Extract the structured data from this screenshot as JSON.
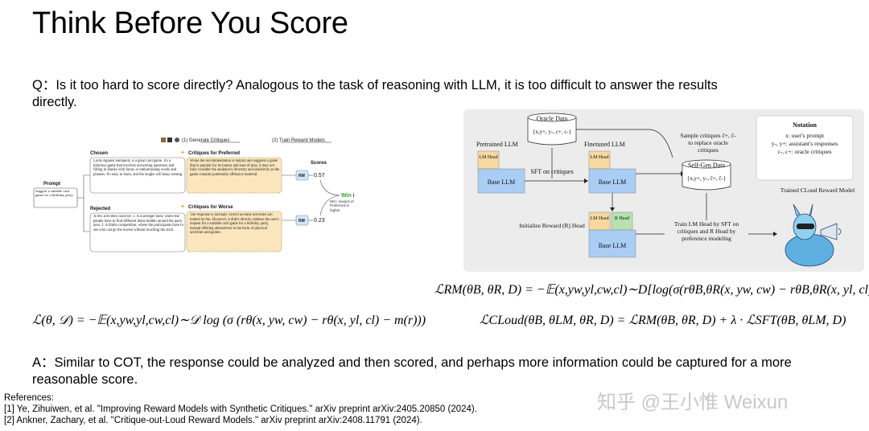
{
  "title": "Think Before You Score",
  "question": "Q：Is it too hard to score directly? Analogous to the task of reasoning with LLM, it is too difficult to answer the results directly.",
  "answer": "A：Similar to COT, the response could be analyzed and then scored, and perhaps more information could be captured for a more reasonable score.",
  "references": {
    "heading": "References:",
    "items": [
      "[1] Ye, Zihuiwen, et al. \"Improving Reward Models with Synthetic Critiques.\" arXiv preprint arXiv:2405.20850 (2024).",
      "[2] Ankner, Zachary, et al. \"Critique-out-Loud Reward Models.\" arXiv preprint arXiv:2408.11791 (2024)."
    ]
  },
  "watermark": "知乎 @王小惟 Weixun",
  "figure1": {
    "step1": "(1) Generate Critiques",
    "step2": "(2) Train Reward Models",
    "chosen_label": "Chosen",
    "rejected_label": "Rejected",
    "prompt_label": "Prompt",
    "prompt_text": "Suggest a suitable card game for a birthday party.",
    "critique_pref_label": "Critiques for Preferred",
    "critique_worse_label": "Critiques for Worse",
    "chosen_text": "Cards Against Humanity is a great card game. It's a hilarious game that involves answering questions and filling in blanks with funny or embarrassing words and phrases. It's easy to learn, and the laughs will keep coming.",
    "pref_critique_text": "While the recommendation is helpful and suggests a game that is popular for its humor and ease of play, it may not fully consider the audience's diversity and sensitivity as the game contains potentially offensive material.",
    "rejected_text": "A few activities could be: 1. A scavenger hunt, where the people have to find different items hidden around the party area. 2. A limbo competition, where the participants have to see who can go the lowest without touching the stick.",
    "worse_critique_text": "The response is factually correct as these activities can indeed be fun. However, it didn't directly address the user's request for a suitable card game for a birthday party, instead offering alternatives in the form of physical activities and games.",
    "scores_label": "Scores",
    "rm_label": "RM",
    "score_top": "0.57",
    "score_bottom": "0.23",
    "win_label": "Win",
    "slash": " / ",
    "loss_label": "loss",
    "win_note": "Win: reward of Preferred is higher"
  },
  "figure2": {
    "oracle_data": "Oracle Data",
    "oracle_tuple": "{x,y+, y-, c+, c-}",
    "pretrained_llm": "Pretrained LLM",
    "finetuned_llm": "Finetuned LLM",
    "lm_head": "LM Head",
    "base_llm": "Base LLM",
    "r_head": "R Head",
    "sft_on_critiques": "SFT on critiques",
    "sample_critiques": "Sample critiques ĉ+, ĉ- to replace oracle critiques",
    "self_gen_data": "Self-Gen Data",
    "self_gen_tuple": "{x,y+, y-, ĉ+, ĉ-}",
    "initialize_head": "Initialize Reward (R) Head",
    "train_text": "Train LM Head by SFT on critiques and R Head by preference modeling",
    "notation_title": "Notation",
    "notation_lines": [
      "x: user's prompt",
      "y-, y+: assistant's responses",
      "c-, c+: oracle critiques"
    ],
    "trained_label": "Trained CLoud Reward Model"
  },
  "equations": {
    "rm": "ℒRM(θB, θR, D) = −𝔼(x,yw,yl,cw,cl)∼D[log(σ(rθB,θR(x, yw, cw) − rθB,θR(x, yl, cl)))]",
    "margin": "ℒ(θ, 𝒟) = −𝔼(x,yw,yl,cw,cl)∼𝒟 log (σ (rθ(x, yw, cw) − rθ(x, yl, cl) − m(r)))",
    "cloud": "ℒCLoud(θB, θLM, θR, D) = ℒRM(θB, θR, D) + λ · ℒSFT(θB, θLM, D)"
  },
  "colors": {
    "yellow_box": "#f7d9a0",
    "blue_box": "#a9cdf5",
    "green_box": "#b7e1b0",
    "win_green": "#2e9e3a",
    "loss_red": "#d23a2a",
    "figure_bg": "#ececec"
  }
}
